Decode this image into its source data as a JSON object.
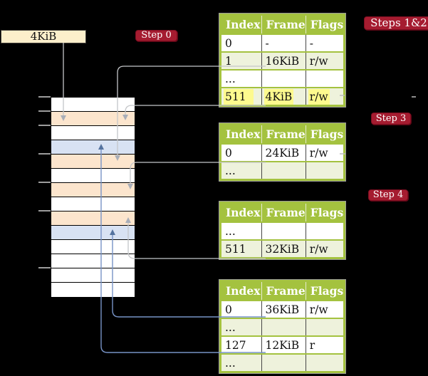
{
  "frame_size_label": "4KiB",
  "badges": {
    "step0": "Step 0",
    "steps12": "Steps 1&2",
    "step3": "Step 3",
    "step4": "Step 4"
  },
  "page_tables": [
    {
      "id": "table-steps-1-2",
      "headers": [
        "Index",
        "Frame",
        "Flags"
      ],
      "rows": [
        [
          "0",
          "-",
          "-"
        ],
        [
          "1",
          "16KiB",
          "r/w"
        ],
        [
          "...",
          "",
          ""
        ],
        [
          "511",
          "4KiB",
          "r/w"
        ]
      ],
      "highlighted_row": "511 | 4KiB | r/w"
    },
    {
      "id": "table-step-3",
      "headers": [
        "Index",
        "Frame",
        "Flags"
      ],
      "rows": [
        [
          "0",
          "24KiB",
          "r/w"
        ],
        [
          "...",
          "",
          ""
        ]
      ]
    },
    {
      "id": "table-step-4",
      "headers": [
        "Index",
        "Frame",
        "Flags"
      ],
      "rows": [
        [
          "...",
          "",
          ""
        ],
        [
          "511",
          "32KiB",
          "r/w"
        ]
      ]
    },
    {
      "id": "table-final",
      "headers": [
        "Index",
        "Frame",
        "Flags"
      ],
      "rows": [
        [
          "0",
          "36KiB",
          "r/w"
        ],
        [
          "...",
          "",
          ""
        ],
        [
          "127",
          "12KiB",
          "r"
        ],
        [
          "...",
          "",
          ""
        ]
      ]
    }
  ],
  "memory": {
    "rows": [
      "free",
      "page-table",
      "free",
      "mapped-page",
      "page-table",
      "free",
      "page-table",
      "free",
      "page-table",
      "mapped-page",
      "free",
      "free",
      "free",
      "free"
    ]
  },
  "colors": {
    "background": "#000000",
    "badge_red": "#a51c30",
    "table_header_green": "#a4c23f",
    "table_row_light_green": "#eef2dc",
    "highlight_yellow": "#fdfa8e",
    "frame_label_cream": "#fcefcb",
    "memory_page_table_peach": "#fce5cd",
    "memory_mapped_page_blue": "#d8e2f3",
    "gray_arrow": "#c4c6c9",
    "blue_arrow": "#7793c6"
  }
}
